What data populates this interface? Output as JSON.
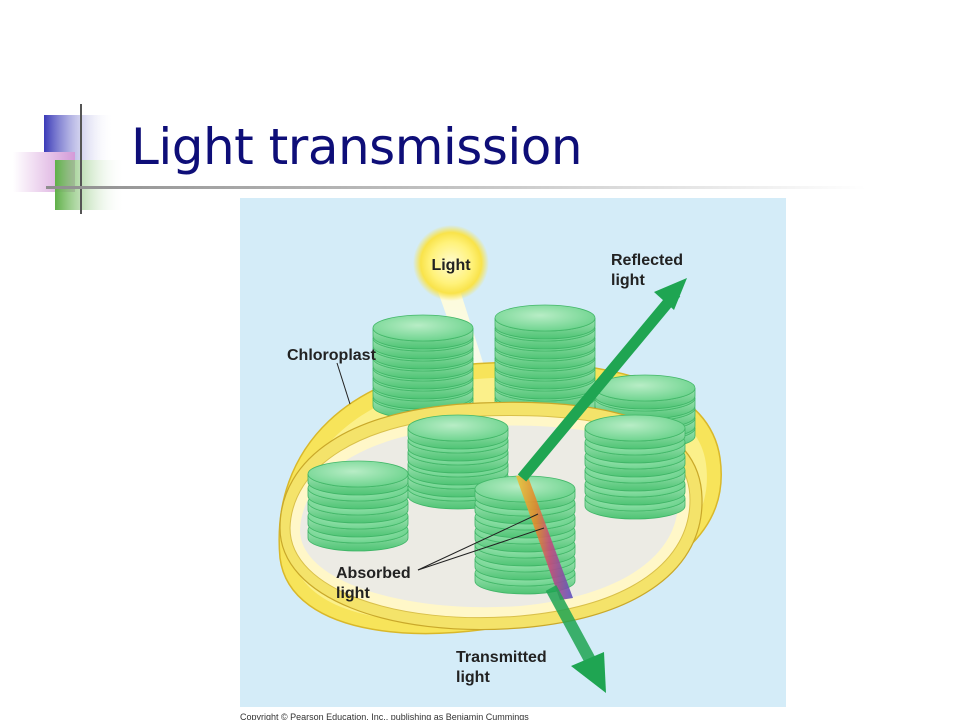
{
  "slide": {
    "title": "Light transmission"
  },
  "figure": {
    "labels": {
      "light": "Light",
      "reflected_line1": "Reflected",
      "reflected_line2": "light",
      "chloroplast": "Chloroplast",
      "absorbed_line1": "Absorbed",
      "absorbed_line2": "light",
      "transmitted_line1": "Transmitted",
      "transmitted_line2": "light"
    },
    "copyright": "Copyright © Pearson Education, Inc., publishing as Benjamin Cummings"
  },
  "colors": {
    "title": "#0e0e78",
    "panel_background": "#d4ecf8",
    "arrow_green": "#1fa552",
    "membrane_yellow": "#f9e96a",
    "grana_green": "#6fd48f"
  }
}
